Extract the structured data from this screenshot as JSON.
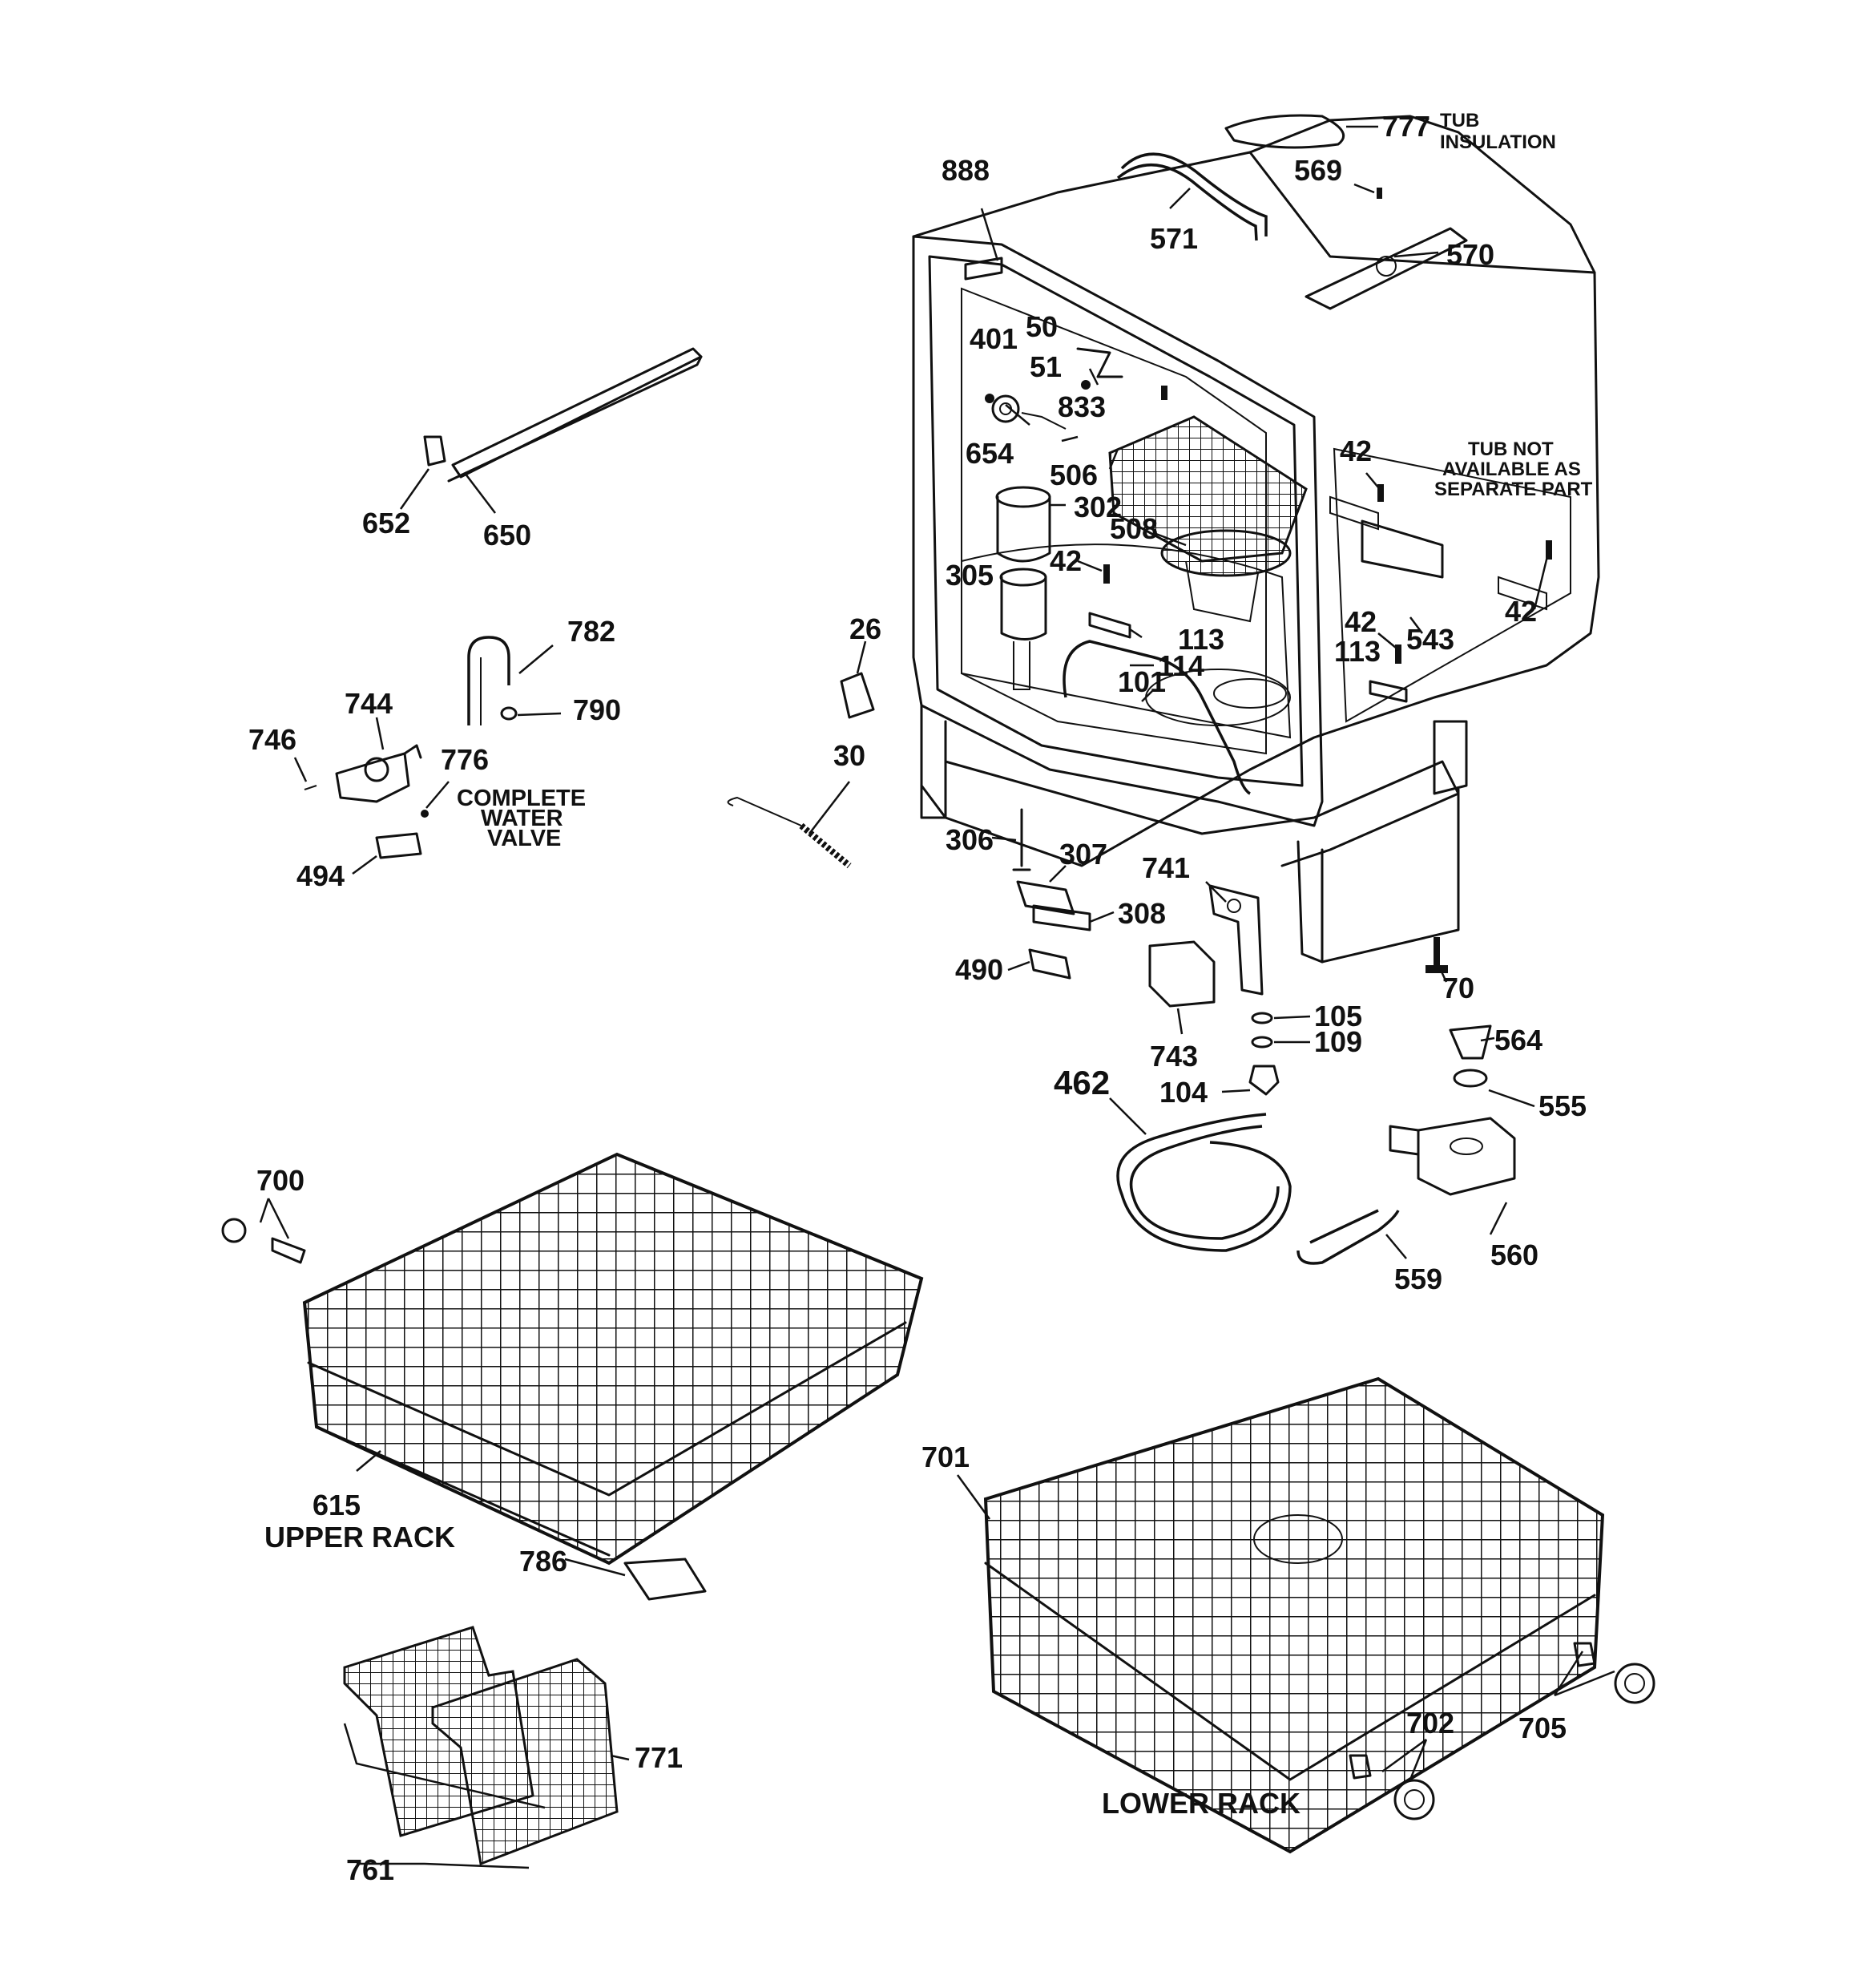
{
  "parts": {
    "p777": "777",
    "p569": "569",
    "p888": "888",
    "p571": "571",
    "p570": "570",
    "p401": "401",
    "p50": "50",
    "p51": "51",
    "p833": "833",
    "p654": "654",
    "p506": "506",
    "p302": "302",
    "p508": "508",
    "p42a": "42",
    "p42b": "42",
    "p42c": "42",
    "p42d": "42",
    "p305": "305",
    "p113a": "113",
    "p113b": "113",
    "p114": "114",
    "p101": "101",
    "p543": "543",
    "p26": "26",
    "p30": "30",
    "p652": "652",
    "p650": "650",
    "p782": "782",
    "p790": "790",
    "p744": "744",
    "p746": "746",
    "p776": "776",
    "p494": "494",
    "p306": "306",
    "p307": "307",
    "p308": "308",
    "p741": "741",
    "p490": "490",
    "p743": "743",
    "p70": "70",
    "p105": "105",
    "p109": "109",
    "p564": "564",
    "p104": "104",
    "p555": "555",
    "p462": "462",
    "p560": "560",
    "p559": "559",
    "p700": "700",
    "p615": "615",
    "p786": "786",
    "p701": "701",
    "p702": "702",
    "p705": "705",
    "p771": "771",
    "p761": "761"
  },
  "notes": {
    "tub_insulation_1": "TUB",
    "tub_insulation_2": "INSULATION",
    "tub_not_1": "TUB NOT",
    "tub_not_2": "AVAILABLE AS",
    "tub_not_3": "SEPARATE PART",
    "water_valve_1": "COMPLETE",
    "water_valve_2": "WATER",
    "water_valve_3": "VALVE"
  },
  "captions": {
    "upper_rack": "UPPER RACK",
    "lower_rack": "LOWER RACK"
  }
}
